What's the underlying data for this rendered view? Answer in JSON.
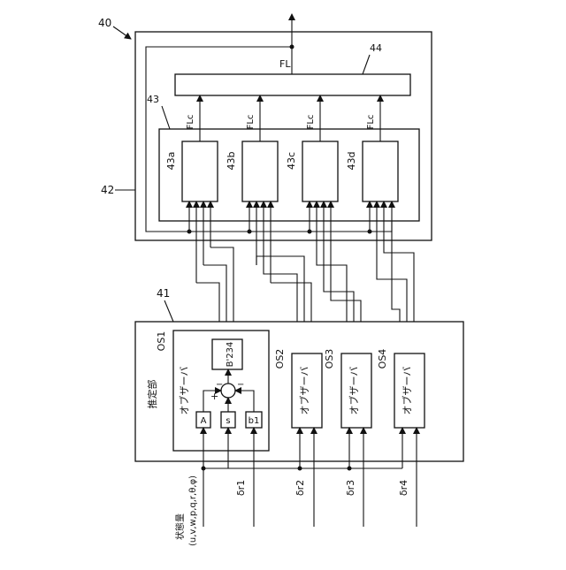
{
  "figure": {
    "ref_40": "40",
    "ref_41": "41",
    "ref_42": "42",
    "ref_43": "43",
    "ref_44": "44",
    "output_label": "FL",
    "estimator_label": "推定部",
    "os1_label": "OS1",
    "observer_label": "オブザーバ",
    "b234_label": "B'234",
    "box_a": "A",
    "box_s": "s",
    "box_b1": "b1",
    "plus": "+",
    "minus": "−",
    "state_label_line1": "状態量",
    "state_label_line2": "(u,v,w,p,q,r,θ,φ)",
    "observers": [
      {
        "id": "OS2",
        "label": "オブザーバ",
        "input": "δr2"
      },
      {
        "id": "OS3",
        "label": "オブザーバ",
        "input": "δr3"
      },
      {
        "id": "OS4",
        "label": "オブザーバ",
        "input": "δr4"
      }
    ],
    "input_r1": "δr1",
    "comparators": [
      {
        "id": "43a",
        "out": "FLc"
      },
      {
        "id": "43b",
        "out": "FLc"
      },
      {
        "id": "43c",
        "out": "FLc"
      },
      {
        "id": "43d",
        "out": "FLc"
      }
    ]
  }
}
